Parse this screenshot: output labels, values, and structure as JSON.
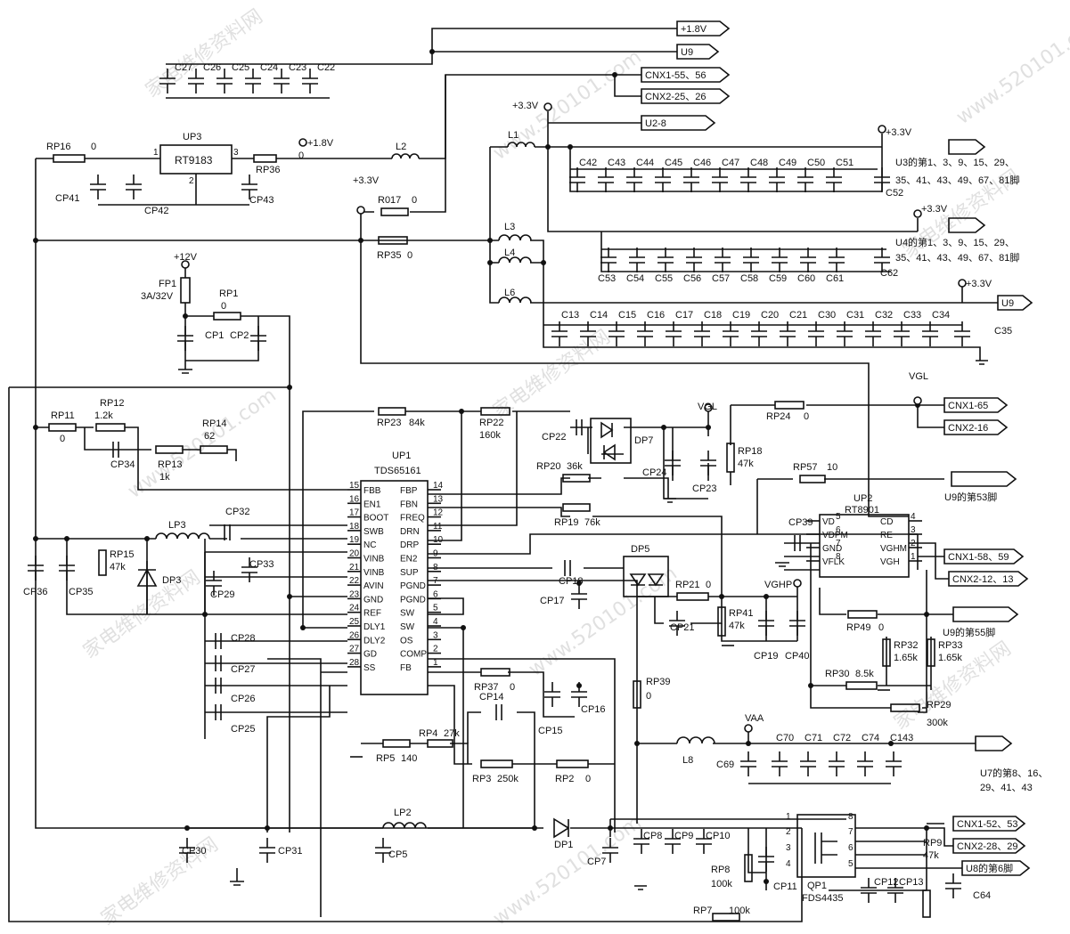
{
  "ics": {
    "up1": {
      "ref": "UP1",
      "part": "TDS65161",
      "left_pins": [
        [
          "15",
          "FBB"
        ],
        [
          "16",
          "EN1"
        ],
        [
          "17",
          "BOOT"
        ],
        [
          "18",
          "SWB"
        ],
        [
          "19",
          "NC"
        ],
        [
          "20",
          "VINB"
        ],
        [
          "21",
          "VINB"
        ],
        [
          "22",
          "AVIN"
        ],
        [
          "23",
          "GND"
        ],
        [
          "24",
          "REF"
        ],
        [
          "25",
          "DLY1"
        ],
        [
          "26",
          "DLY2"
        ],
        [
          "27",
          "GD"
        ],
        [
          "28",
          "SS"
        ]
      ],
      "right_pins": [
        [
          "14",
          "FBP"
        ],
        [
          "13",
          "FBN"
        ],
        [
          "12",
          "FREQ"
        ],
        [
          "11",
          "DRN"
        ],
        [
          "10",
          "DRP"
        ],
        [
          "9",
          "EN2"
        ],
        [
          "8",
          "SUP"
        ],
        [
          "7",
          "PGND"
        ],
        [
          "6",
          "PGND"
        ],
        [
          "5",
          "SW"
        ],
        [
          "4",
          "SW"
        ],
        [
          "3",
          "OS"
        ],
        [
          "2",
          "COMP"
        ],
        [
          "1",
          "FB"
        ]
      ]
    },
    "up2": {
      "ref": "UP2",
      "part": "RT8901",
      "left_pins": [
        [
          "5",
          "VD"
        ],
        [
          "6",
          "VDPM"
        ],
        [
          "7",
          "GND"
        ],
        [
          "8",
          "VFLK"
        ]
      ],
      "right_pins": [
        [
          "4",
          "CD"
        ],
        [
          "3",
          "RE"
        ],
        [
          "2",
          "VGHM"
        ],
        [
          "1",
          "VGH"
        ]
      ]
    },
    "up3": {
      "ref": "UP3",
      "part": "RT9183",
      "pin1": "1",
      "pin2": "2",
      "pin3": "3"
    },
    "qp1": {
      "ref": "QP1",
      "part": "FDS4435",
      "pins_left": [
        "1",
        "2",
        "3",
        "4"
      ],
      "pins_right": [
        "8",
        "7",
        "6",
        "5"
      ]
    }
  },
  "connectors": {
    "v18": "+1.8V",
    "u9a": "U9",
    "cnx1_55": "CNX1-55、56",
    "cnx2_25": "CNX2-25、26",
    "u2_8": "U2-8",
    "u3": "U3的第1、3、9、15、29、",
    "u3b": "35、41、43、49、67、81脚",
    "u4": "U4的第1、3、9、15、29、",
    "u4b": "35、41、43、49、67、81脚",
    "u9b": "U9",
    "cnx1_65": "CNX1-65",
    "cnx2_16": "CNX2-16",
    "u9_53": "U9的第53脚",
    "cnx1_58": "CNX1-58、59",
    "cnx2_12": "CNX2-12、13",
    "u9_55": "U9的第55脚",
    "u7": "U7的第8、16、",
    "u7b": "29、41、43",
    "cnx1_52": "CNX1-52、53",
    "cnx2_28": "CNX2-28、29",
    "u8_6": "U8的第6脚"
  },
  "rails": {
    "v33a": "+3.3V",
    "v33b": "+3.3V",
    "v33c": "+3.3V",
    "v33d": "+3.3V",
    "v33e": "+3.3V",
    "v18n": "+1.8V",
    "v12": "+12V",
    "vgl1": "VGL",
    "vgl2": "VGL",
    "vghp": "VGHP",
    "vaa": "VAA"
  },
  "caps": {
    "top_row": [
      "C27",
      "C26",
      "C25",
      "C24",
      "C23",
      "C22"
    ],
    "u3_row": [
      "C42",
      "C43",
      "C44",
      "C45",
      "C46",
      "C47",
      "C48",
      "C49",
      "C50",
      "C51"
    ],
    "c52": "C52",
    "u4_row": [
      "C53",
      "C54",
      "C55",
      "C56",
      "C57",
      "C58",
      "C59",
      "C60",
      "C61"
    ],
    "c62": "C62",
    "u9_row": [
      "C13",
      "C14",
      "C15",
      "C16",
      "C17",
      "C18",
      "C19",
      "C20",
      "C21",
      "C30",
      "C31",
      "C32",
      "C33",
      "C34"
    ],
    "c35": "C35",
    "vaa_row": [
      "C70",
      "C71",
      "C72",
      "C74",
      "C143"
    ],
    "c69": "C69",
    "misc": {
      "cp41": "CP41",
      "cp42": "CP42",
      "cp43": "CP43",
      "cp1": "CP1",
      "cp2": "CP2",
      "cp34": "CP34",
      "cp36": "CP36",
      "cp35": "CP35",
      "cp32": "CP32",
      "cp33": "CP33",
      "cp29": "CP29",
      "cp28": "CP28",
      "cp27": "CP27",
      "cp26": "CP26",
      "cp25": "CP25",
      "cp22": "CP22",
      "cp24": "CP24",
      "cp23": "CP23",
      "cp18": "CP18",
      "cp17": "CP17",
      "cp21": "CP21",
      "cp19": "CP19",
      "cp40": "CP40",
      "cp39": "CP39",
      "cp15": "CP15",
      "cp16": "CP16",
      "cp14": "CP14",
      "cp30": "CP30",
      "cp31": "CP31",
      "cp5": "CP5",
      "cp7": "CP7",
      "cp8": "CP8",
      "cp9": "CP9",
      "cp10": "CP10",
      "cp11": "CP11",
      "cp12": "CP12",
      "cp13": "CP13",
      "c64": "C64"
    }
  },
  "resistors": {
    "rp16": "RP16",
    "rp16v": "0",
    "rp36": "RP36",
    "rp36v": "0",
    "r017": "R017",
    "r017v": "0",
    "rp35": "RP35",
    "rp35v": "0",
    "rp1": "RP1",
    "rp1v": "0",
    "rp11": "RP11",
    "rp11v": "0",
    "rp12": "RP12",
    "rp12v": "1.2k",
    "rp14": "RP14",
    "rp14v": "62",
    "rp13": "RP13",
    "rp13v": "1k",
    "rp15": "RP15",
    "rp15v": "47k",
    "rp23": "RP23",
    "rp23v": "84k",
    "rp22": "RP22",
    "rp22v": "160k",
    "rp24": "RP24",
    "rp24v": "0",
    "rp18": "RP18",
    "rp18v": "47k",
    "rp20": "RP20",
    "rp20v": "36k",
    "rp19": "RP19",
    "rp19v": "76k",
    "rp57": "RP57",
    "rp57v": "10",
    "rp21": "RP21",
    "rp21v": "0",
    "rp41": "RP41",
    "rp41v": "47k",
    "rp49": "RP49",
    "rp49v": "0",
    "rp32": "RP32",
    "rp32v": "1.65k",
    "rp33": "RP33",
    "rp33v": "1.65k",
    "rp30": "RP30",
    "rp30v": "8.5k",
    "rp29": "RP29",
    "rp29v": "300k",
    "rp39": "RP39",
    "rp39v": "0",
    "rp37": "RP37",
    "rp37v": "0",
    "rp4": "RP4",
    "rp4v": "27k",
    "rp5": "RP5",
    "rp5v": "140",
    "rp3": "RP3",
    "rp3v": "250k",
    "rp2": "RP2",
    "rp2v": "0",
    "rp8": "RP8",
    "rp8v": "100k",
    "rp7": "RP7",
    "rp7v": "100k",
    "rp9": "RP9",
    "rp9v": "47k"
  },
  "inductors": {
    "l1": "L1",
    "l2": "L2",
    "l3": "L3",
    "l4": "L4",
    "l6": "L6",
    "lp3": "LP3",
    "lp2": "LP2",
    "l8": "L8"
  },
  "diodes": {
    "dp3": "DP3",
    "dp7": "DP7",
    "dp5": "DP5",
    "dp1": "DP1"
  },
  "fuse": {
    "ref": "FP1",
    "rating": "3A/32V"
  },
  "watermarks": [
    "家电维修资料网",
    "www.520101.com"
  ]
}
